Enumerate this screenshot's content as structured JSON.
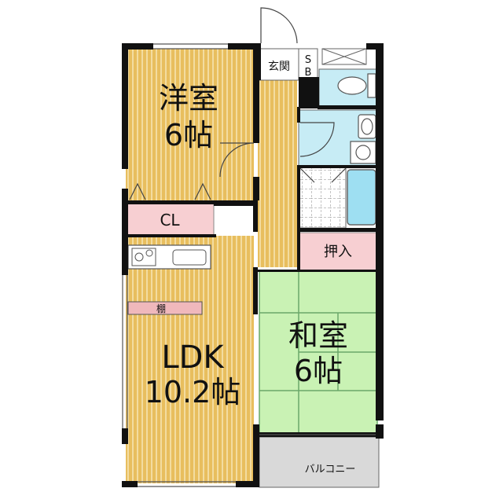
{
  "colors": {
    "wood": "#e8be5e",
    "wood_line": "#f3dca0",
    "tatami": "#c9f2b4",
    "tatami_border": "#6aa86a",
    "pink": "#f7cfd2",
    "bath": "#c7ecf5",
    "bath_tub": "#9edff2",
    "balcony": "#d9d9d9",
    "wall": "#111111",
    "counter": "#e6b0b4"
  },
  "rooms": {
    "western": {
      "name": "洋室",
      "size": "6帖"
    },
    "japanese": {
      "name": "和室",
      "size": "6帖"
    },
    "ldk": {
      "name": "LDK",
      "size": "10.2帖"
    },
    "closet": {
      "label": "CL"
    },
    "entrance": {
      "label": "玄関"
    },
    "shoe_box": {
      "label": "SB"
    },
    "oshiire": {
      "label": "押入"
    },
    "shelf": {
      "label": "棚"
    },
    "balcony": {
      "label": "バルコニー"
    }
  }
}
